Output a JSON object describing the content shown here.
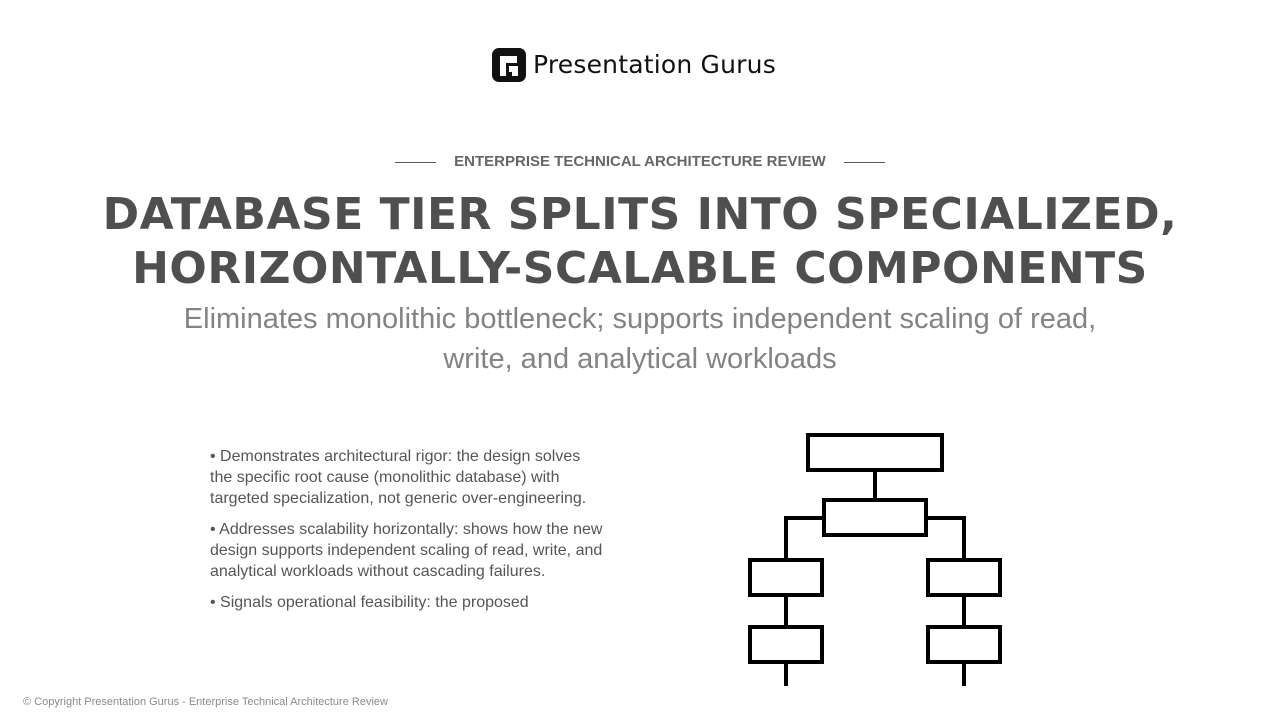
{
  "brand": {
    "name": "Presentation Gurus",
    "logo_icon": "presentation-gurus-logo-icon"
  },
  "header": {
    "eyebrow": "ENTERPRISE TECHNICAL ARCHITECTURE REVIEW"
  },
  "slide": {
    "title_line1": "DATABASE TIER SPLITS INTO SPECIALIZED,",
    "title_line2": "HORIZONTALLY-SCALABLE COMPONENTS",
    "subtitle_line1": "Eliminates monolithic bottleneck; supports independent scaling of read,",
    "subtitle_line2": "write, and analytical workloads",
    "bullets": [
      "• Demonstrates architectural rigor: the design solves the specific root cause (monolithic database) with targeted specialization, not generic over-engineering.",
      "• Addresses scalability horizontally: shows how the new design supports independent scaling of read, write, and analytical workloads without cascading failures.",
      "• Signals operational feasibility: the proposed"
    ],
    "diagram_icon": "hierarchy-diagram-icon"
  },
  "footer": {
    "copyright": "© Copyright Presentation Gurus - Enterprise Technical Architecture Review"
  },
  "colors": {
    "title": "#4f4f4f",
    "subtitle": "#838383",
    "body_text": "#555555",
    "footer_text": "#8a8a8a",
    "icon_stroke": "#000000"
  }
}
